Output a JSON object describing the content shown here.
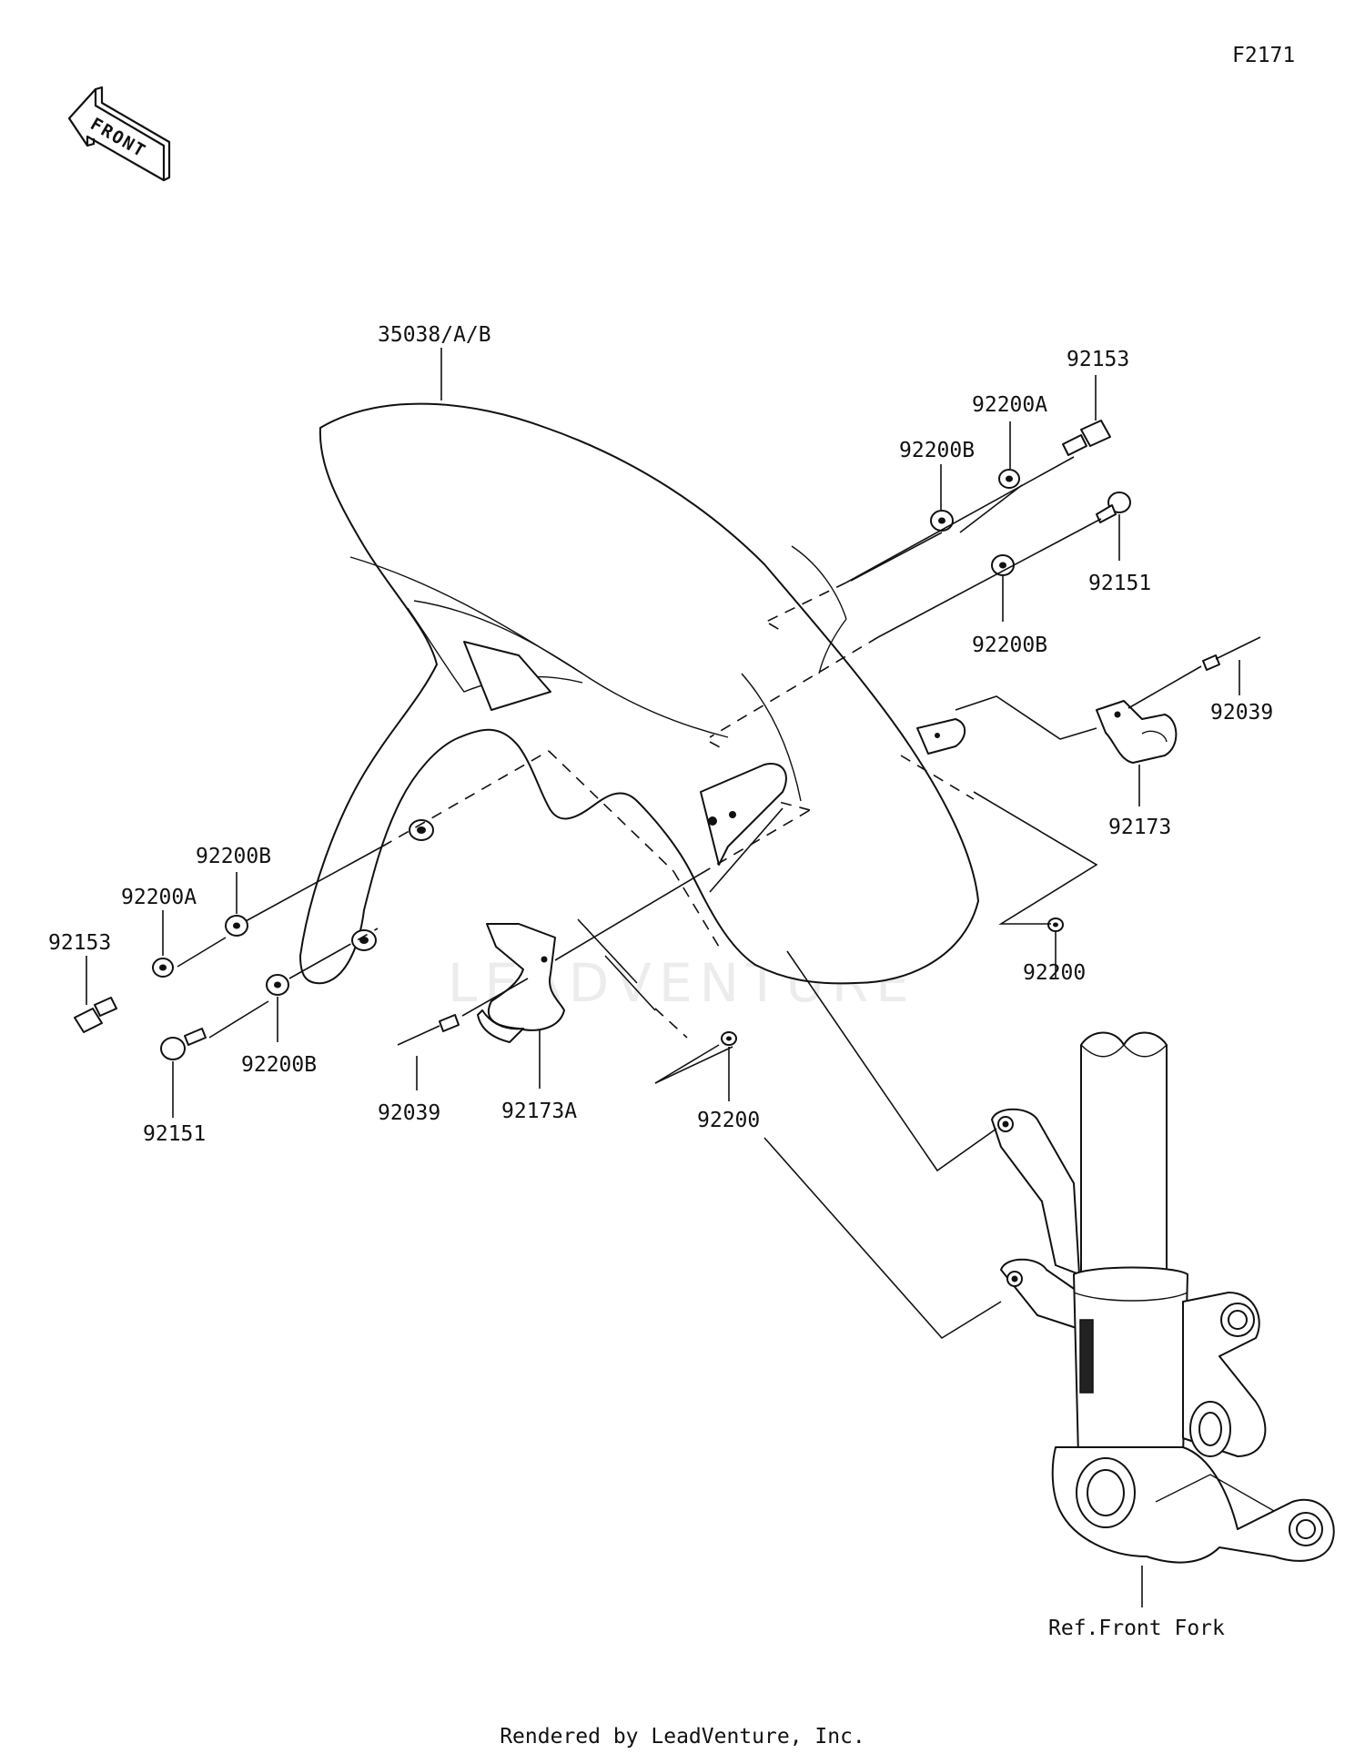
{
  "diagram_code": "F2171",
  "front_label": "FRONT",
  "watermark": "LEADVENTURE",
  "footer": "Rendered by LeadVenture, Inc.",
  "ref_label": "Ref.Front Fork",
  "callouts": [
    {
      "id": "fender",
      "text": "35038/A/B"
    },
    {
      "id": "bolt-right",
      "text": "92153"
    },
    {
      "id": "washer-a-right",
      "text": "92200A"
    },
    {
      "id": "washer-b-right-top",
      "text": "92200B"
    },
    {
      "id": "bolt-flange-right",
      "text": "92151"
    },
    {
      "id": "washer-b-right-mid",
      "text": "92200B"
    },
    {
      "id": "pin-right",
      "text": "92039"
    },
    {
      "id": "clamp-right",
      "text": "92173"
    },
    {
      "id": "washer-right",
      "text": "92200"
    },
    {
      "id": "washer-b-left-top",
      "text": "92200B"
    },
    {
      "id": "washer-a-left",
      "text": "92200A"
    },
    {
      "id": "bolt-left",
      "text": "92153"
    },
    {
      "id": "bolt-flange-left",
      "text": "92151"
    },
    {
      "id": "washer-b-left-bottom",
      "text": "92200B"
    },
    {
      "id": "pin-left",
      "text": "92039"
    },
    {
      "id": "clamp-left",
      "text": "92173A"
    },
    {
      "id": "washer-left",
      "text": "92200"
    }
  ]
}
